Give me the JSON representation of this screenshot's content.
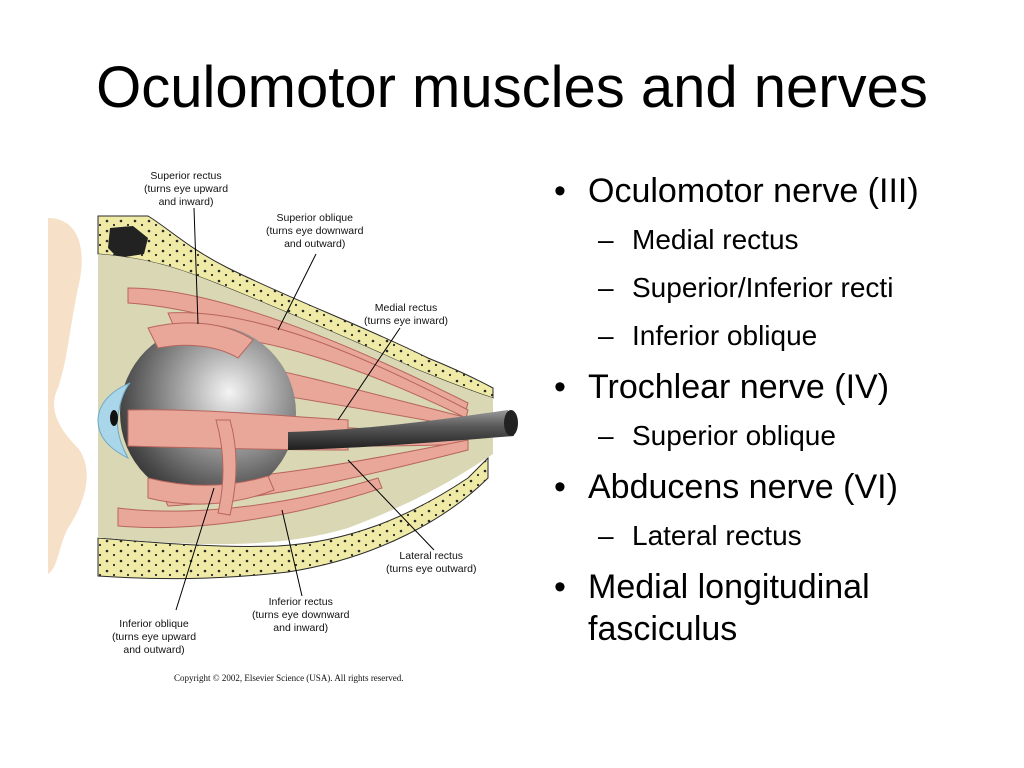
{
  "slide": {
    "title": "Oculomotor muscles and nerves"
  },
  "figure": {
    "labels": {
      "superior_rectus": [
        "Superior rectus",
        "(turns eye upward",
        "and inward)"
      ],
      "superior_oblique": [
        "Superior oblique",
        "(turns eye downward",
        "and outward)"
      ],
      "medial_rectus": [
        "Medial rectus",
        "(turns eye inward)"
      ],
      "lateral_rectus": [
        "Lateral rectus",
        "(turns eye outward)"
      ],
      "inferior_rectus": [
        "Inferior rectus",
        "(turns eye downward",
        "and inward)"
      ],
      "inferior_oblique": [
        "Inferior oblique",
        "(turns eye upward",
        "and outward)"
      ]
    },
    "copyright": "Copyright © 2002, Elsevier Science (USA). All rights reserved.",
    "colors": {
      "bone": "#efeaa6",
      "orbit": "#d9d7b4",
      "muscle": "#e9a79a",
      "muscle_line": "#b8655c",
      "eyeball_dark": "#3c3c3c",
      "cornea": "#a9d6e8",
      "nerve": "#4a4a4a",
      "skin": "#f6e1c8"
    }
  },
  "bullets": [
    {
      "marker": "•",
      "text": "Oculomotor nerve (III)",
      "sub": [
        {
          "marker": "–",
          "text": "Medial rectus"
        },
        {
          "marker": "–",
          "text": "Superior/Inferior recti"
        },
        {
          "marker": "–",
          "text": "Inferior oblique"
        }
      ]
    },
    {
      "marker": "•",
      "text": "Trochlear nerve (IV)",
      "sub": [
        {
          "marker": "–",
          "text": "Superior oblique"
        }
      ]
    },
    {
      "marker": "•",
      "text": "Abducens nerve (VI)",
      "sub": [
        {
          "marker": "–",
          "text": "Lateral rectus"
        }
      ]
    },
    {
      "marker": "•",
      "text": "Medial longitudinal fasciculus",
      "sub": []
    }
  ]
}
